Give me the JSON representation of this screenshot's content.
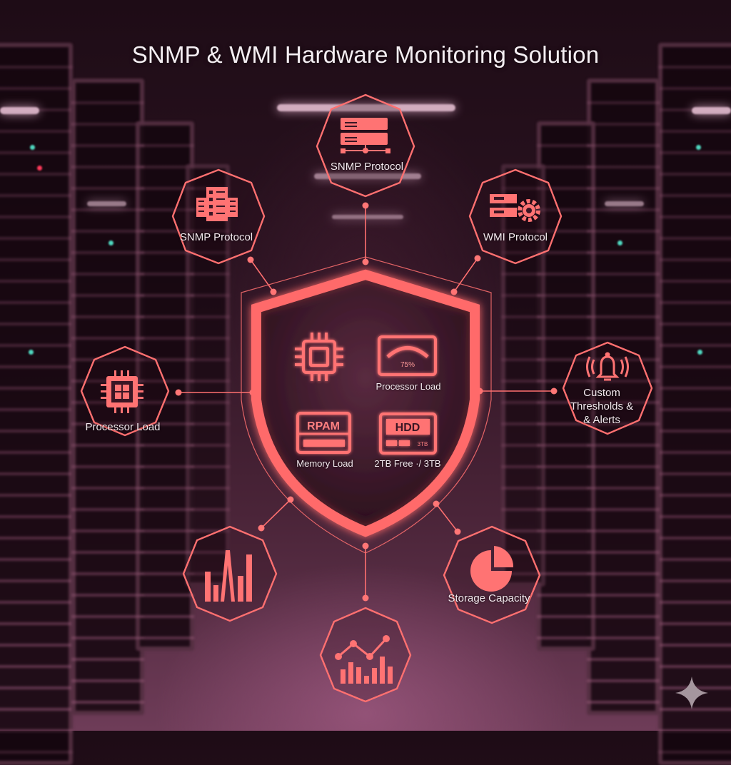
{
  "title": "SNMP & WMI Hardware Monitoring Solution",
  "colors": {
    "accent": "#ff6f6f",
    "accent_dark": "#e85a5e",
    "text": "#f3e9ee",
    "background_top": "#1e0c16",
    "background_bottom": "#6e3c58"
  },
  "nodes": [
    {
      "id": "top",
      "label": "SNMP Protocol",
      "icon": "server-network-icon"
    },
    {
      "id": "upper-left",
      "label": "SNMP Protocol",
      "icon": "server-rack-icon"
    },
    {
      "id": "upper-right",
      "label": "WMI Protocol",
      "icon": "server-gear-icon"
    },
    {
      "id": "left",
      "label": "Processor Load",
      "icon": "cpu-chip-icon"
    },
    {
      "id": "right",
      "label": "Custom Thresholds & & Alerts",
      "label_lines": [
        "Custom",
        "Thresholds &",
        "& Alerts"
      ],
      "icon": "bell-alert-icon"
    },
    {
      "id": "lower-left",
      "label": "",
      "icon": "bar-chart-icon"
    },
    {
      "id": "lower-right",
      "label": "Storage Capacity",
      "icon": "pie-chart-icon"
    },
    {
      "id": "bottom",
      "label": "",
      "icon": "line-bar-chart-icon"
    }
  ],
  "shield": {
    "icon": "shield-icon",
    "tiles": [
      {
        "id": "cpu",
        "label": "",
        "icon": "cpu-chip-icon"
      },
      {
        "id": "gauge",
        "label": "Processor Load",
        "value": "75%",
        "icon": "gauge-icon"
      },
      {
        "id": "ram",
        "label": "Memory Load",
        "chip_text": "RPAM",
        "icon": "memory-module-icon"
      },
      {
        "id": "hdd",
        "label": "2TB Free ·/ 3TB",
        "chip_text": "HDD",
        "capacity_text": "3TB",
        "icon": "hard-drive-icon"
      }
    ]
  },
  "watermark": {
    "icon": "sparkle-icon"
  }
}
